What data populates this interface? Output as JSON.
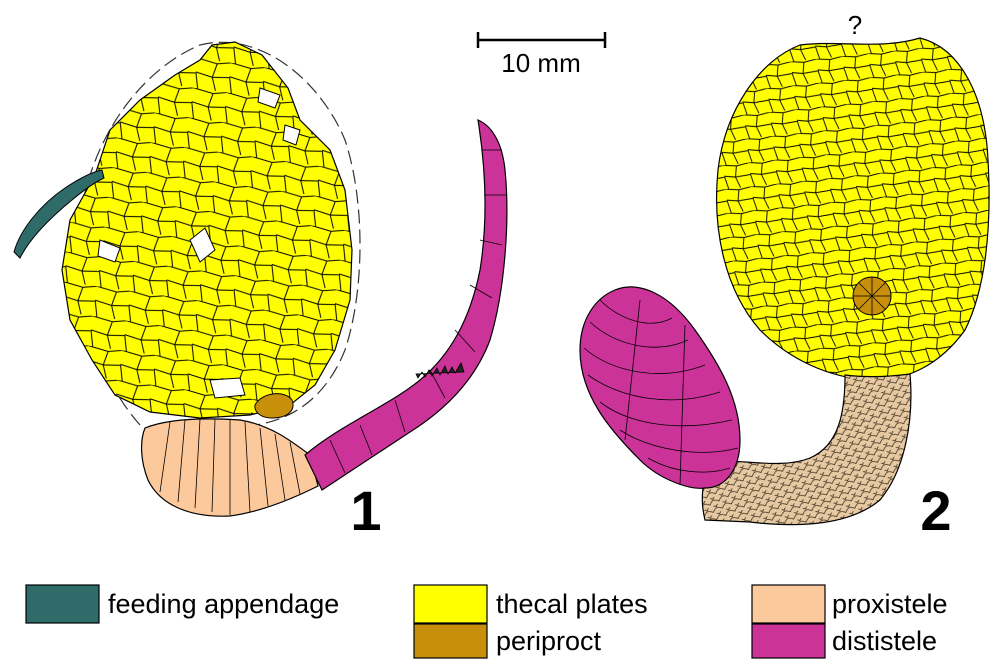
{
  "colors": {
    "feeding_appendage": "#2f6b68",
    "thecal_plates": "#ffff00",
    "periproct": "#c8900a",
    "proxistele": "#fcc99c",
    "dististele": "#cc3399",
    "outline": "#000000"
  },
  "scale_bar": {
    "label": "10 mm"
  },
  "figures": [
    {
      "number": "1"
    },
    {
      "number": "2",
      "unknown_marker": "?"
    }
  ],
  "legend": [
    {
      "label": "feeding appendage",
      "color": "#2f6b68"
    },
    {
      "label": "thecal plates",
      "color": "#ffff00"
    },
    {
      "label": "periproct",
      "color": "#c8900a"
    },
    {
      "label": "proxistele",
      "color": "#fcc99c"
    },
    {
      "label": "dististele",
      "color": "#cc3399"
    }
  ]
}
